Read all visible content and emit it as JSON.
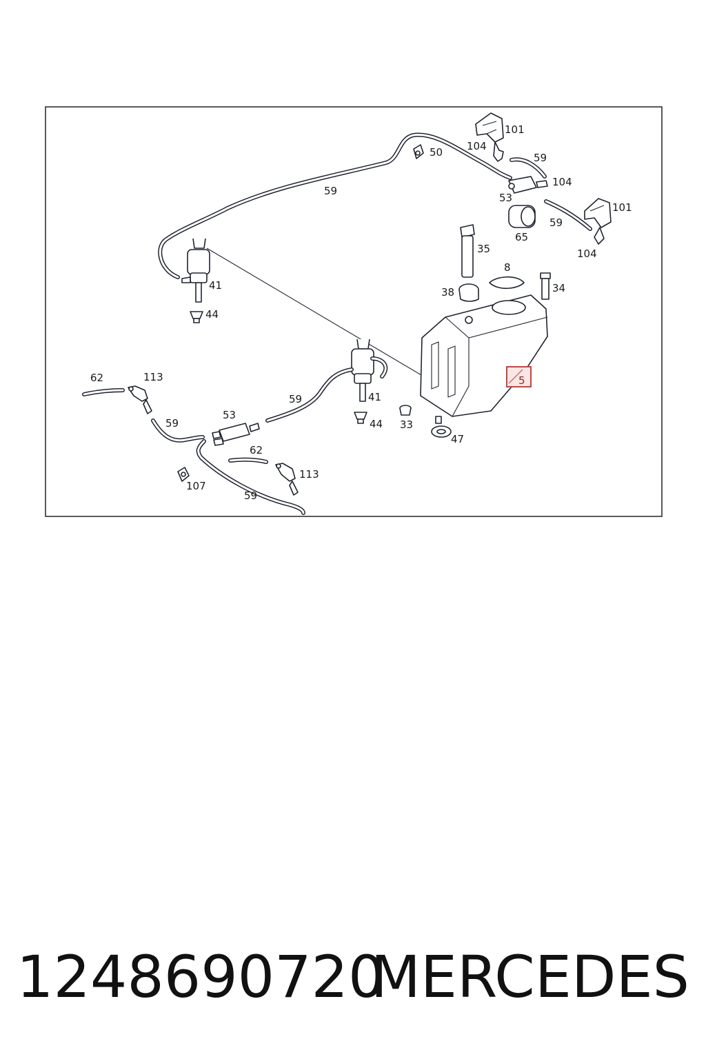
{
  "diagram": {
    "frame_color": "#222222",
    "highlight_color": "#d04040",
    "highlight_fill": "#fbe6e6",
    "callouts": [
      {
        "id": "101a",
        "text": "101"
      },
      {
        "id": "104a",
        "text": "104"
      },
      {
        "id": "50",
        "text": "50"
      },
      {
        "id": "59a",
        "text": "59"
      },
      {
        "id": "59b",
        "text": "59"
      },
      {
        "id": "104b",
        "text": "104"
      },
      {
        "id": "53a",
        "text": "53"
      },
      {
        "id": "101b",
        "text": "101"
      },
      {
        "id": "59c",
        "text": "59"
      },
      {
        "id": "65",
        "text": "65"
      },
      {
        "id": "104c",
        "text": "104"
      },
      {
        "id": "35",
        "text": "35"
      },
      {
        "id": "41a",
        "text": "41"
      },
      {
        "id": "8",
        "text": "8"
      },
      {
        "id": "34",
        "text": "34"
      },
      {
        "id": "38",
        "text": "38"
      },
      {
        "id": "44a",
        "text": "44"
      },
      {
        "id": "62a",
        "text": "62"
      },
      {
        "id": "113a",
        "text": "113"
      },
      {
        "id": "41b",
        "text": "41"
      },
      {
        "id": "59d",
        "text": "59"
      },
      {
        "id": "53b",
        "text": "53"
      },
      {
        "id": "59e",
        "text": "59"
      },
      {
        "id": "44b",
        "text": "44"
      },
      {
        "id": "33",
        "text": "33"
      },
      {
        "id": "47",
        "text": "47"
      },
      {
        "id": "62b",
        "text": "62"
      },
      {
        "id": "113b",
        "text": "113"
      },
      {
        "id": "107",
        "text": "107"
      },
      {
        "id": "59f",
        "text": "59"
      }
    ],
    "highlighted": {
      "text": "5"
    }
  },
  "caption": {
    "part_number": "1248690720",
    "brand": "MERCEDES"
  }
}
